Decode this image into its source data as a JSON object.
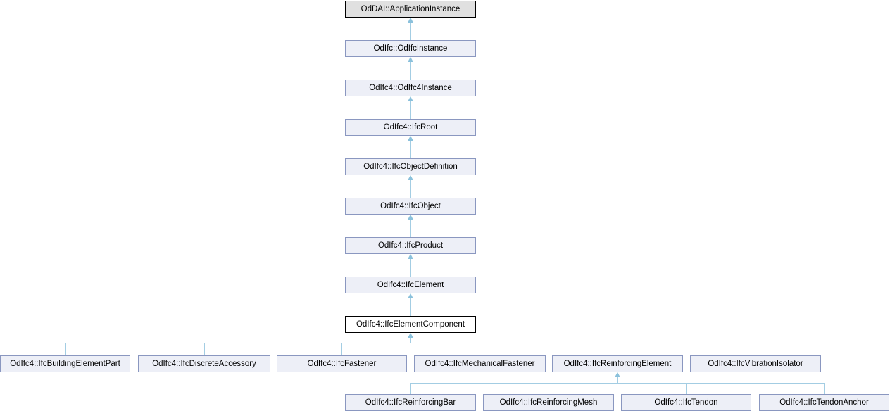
{
  "diagram": {
    "type": "class-inheritance-graph",
    "current_class": "OdIfc4::IfcElementComponent",
    "nodes": {
      "chain": [
        "OdDAI::ApplicationInstance",
        "OdIfc::OdIfcInstance",
        "OdIfc4::OdIfc4Instance",
        "OdIfc4::IfcRoot",
        "OdIfc4::IfcObjectDefinition",
        "OdIfc4::IfcObject",
        "OdIfc4::IfcProduct",
        "OdIfc4::IfcElement",
        "OdIfc4::IfcElementComponent"
      ],
      "subclasses": [
        "OdIfc4::IfcBuildingElementPart",
        "OdIfc4::IfcDiscreteAccessory",
        "OdIfc4::IfcFastener",
        "OdIfc4::IfcMechanicalFastener",
        "OdIfc4::IfcReinforcingElement",
        "OdIfc4::IfcVibrationIsolator"
      ],
      "reinforcing_subclasses": [
        "OdIfc4::IfcReinforcingBar",
        "OdIfc4::IfcReinforcingMesh",
        "OdIfc4::IfcTendon",
        "OdIfc4::IfcTendonAnchor"
      ]
    },
    "colors": {
      "background": "#ffffff",
      "node_fill": "#edeff7",
      "node_border": "#8a97c0",
      "current_fill": "#ffffff",
      "current_border": "#000000",
      "external_fill": "#e0e0e0",
      "external_border": "#000000",
      "edge": "#a3cde3",
      "arrowhead": "#8bc1dc"
    }
  }
}
